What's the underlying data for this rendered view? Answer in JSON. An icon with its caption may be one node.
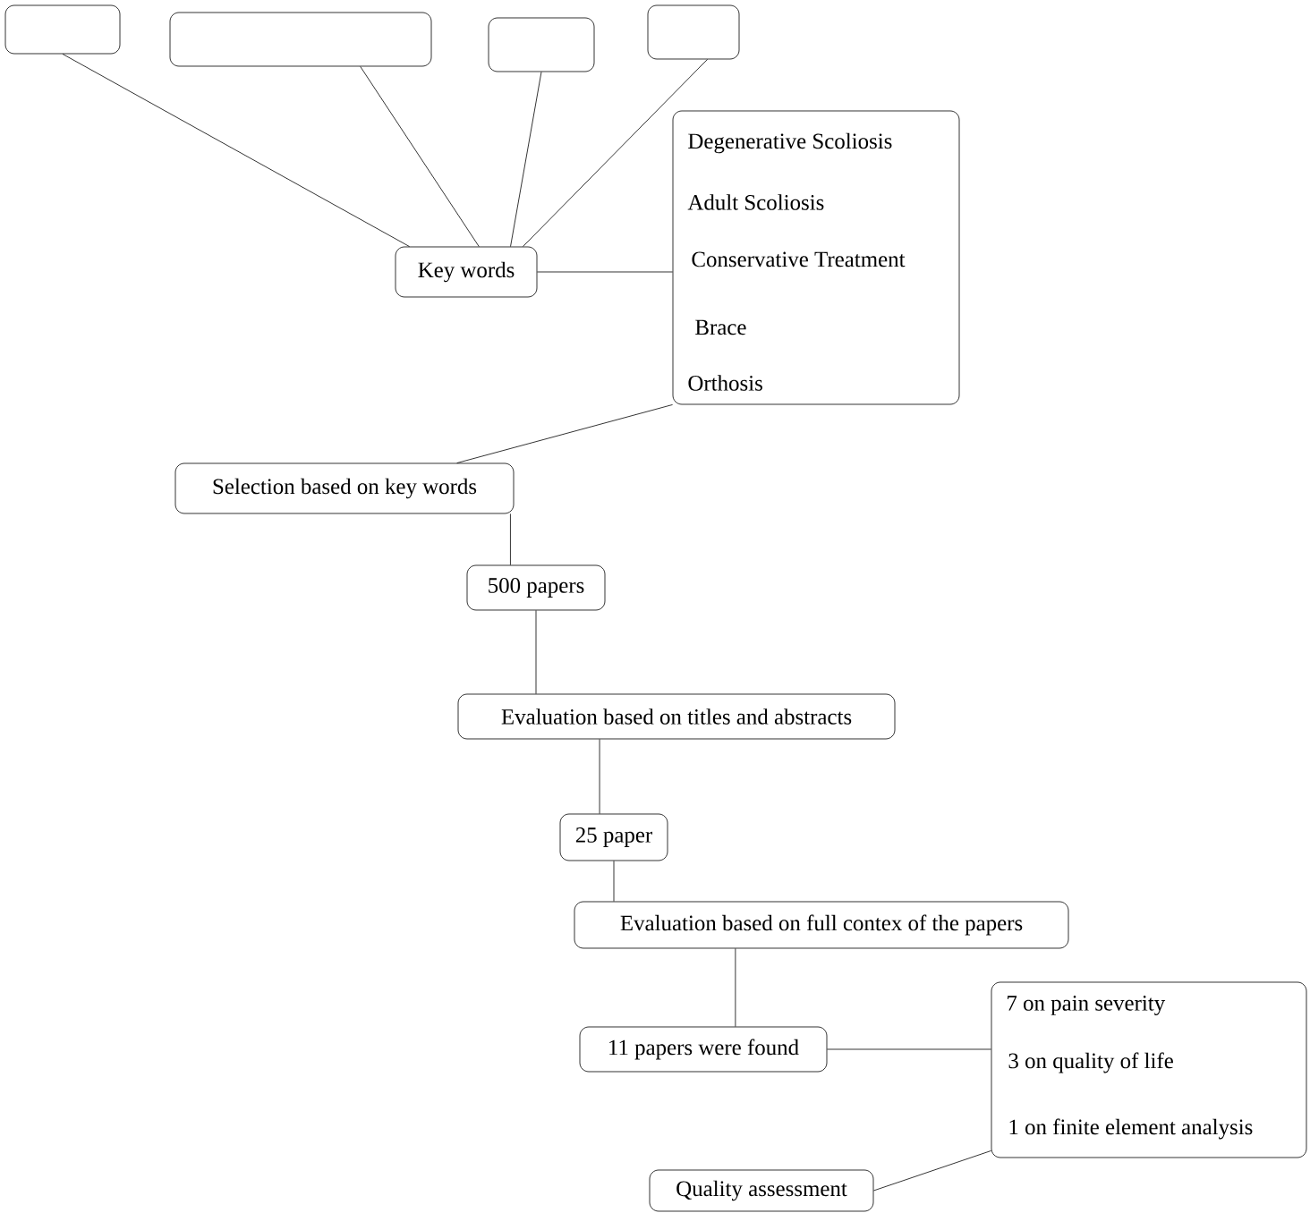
{
  "diagram": {
    "nodes": [
      {
        "text": [],
        "shape": "box"
      },
      {
        "text": [],
        "shape": "box"
      },
      {
        "text": [],
        "shape": "box"
      },
      {
        "text": [],
        "shape": "box"
      },
      {
        "text": [
          "Key words"
        ]
      },
      {
        "text": [
          "Degenerative Scoliosis",
          "Adult Scoliosis",
          "Conservative Treatment",
          "Brace",
          "Orthosis"
        ]
      },
      {
        "text": [
          "Selection based on key words"
        ]
      },
      {
        "text": [
          "500 papers"
        ]
      },
      {
        "text": [
          "Evaluation based on titles and abstracts"
        ]
      },
      {
        "text": [
          "25 paper"
        ]
      },
      {
        "text": [
          "Evaluation based on full contex of the papers"
        ]
      },
      {
        "text": [
          "11 papers were found"
        ]
      },
      {
        "text": [
          "7 on pain severity",
          "3 on quality of life",
          "1 on finite element analysis"
        ]
      },
      {
        "text": [
          "Quality assessment"
        ]
      }
    ],
    "edges": [
      {
        "from": 0,
        "to": 4,
        "arrow": "none"
      },
      {
        "from": 1,
        "to": 4,
        "arrow": "none"
      },
      {
        "from": 2,
        "to": 4,
        "arrow": "none"
      },
      {
        "from": 3,
        "to": 4,
        "arrow": "none"
      },
      {
        "from": 4,
        "to": 5,
        "arrow": "none"
      },
      {
        "from": 5,
        "to": 6,
        "arrow": "none"
      },
      {
        "from": 6,
        "to": 7,
        "arrow": "none"
      },
      {
        "from": 7,
        "to": 8,
        "arrow": "none"
      },
      {
        "from": 8,
        "to": 9,
        "arrow": "none"
      },
      {
        "from": 9,
        "to": 10,
        "arrow": "none"
      },
      {
        "from": 10,
        "to": 11,
        "arrow": "none"
      },
      {
        "from": 11,
        "to": 12,
        "arrow": "none"
      },
      {
        "from": 12,
        "to": 13,
        "arrow": "none"
      }
    ]
  }
}
